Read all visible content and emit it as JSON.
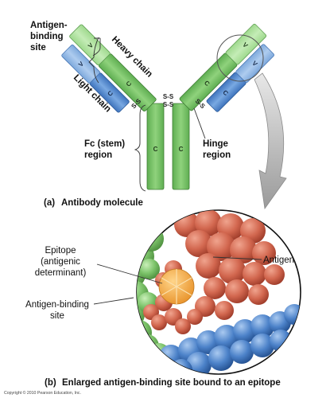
{
  "part_a": {
    "caption": "Antibody molecule",
    "caption_prefix": "(a)",
    "labels": {
      "antigen_binding_site": [
        "Antigen-",
        "binding",
        "site"
      ],
      "heavy_chain": "Heavy chain",
      "light_chain": "Light chain",
      "fc_region": [
        "Fc (stem)",
        "region"
      ],
      "hinge_region": [
        "Hinge",
        "region"
      ],
      "disulfide": "S-S",
      "variable_segment": "V",
      "constant_segment": "C"
    }
  },
  "part_b": {
    "caption": "Enlarged antigen-binding site bound to an epitope",
    "caption_prefix": "(b)",
    "labels": {
      "epitope": [
        "Epitope",
        "(antigenic",
        "determinant)"
      ],
      "antigen": "Antigen",
      "antigen_binding_site": [
        "Antigen-binding",
        "site"
      ]
    }
  },
  "copyright": "Copyright © 2010 Pearson Education, Inc.",
  "colors": {
    "heavy_chain_green": "#7cc36a",
    "light_chain_blue": "#5b8fd0",
    "antigen_red": "#d2674f",
    "epitope_orange": "#f3a53c"
  }
}
